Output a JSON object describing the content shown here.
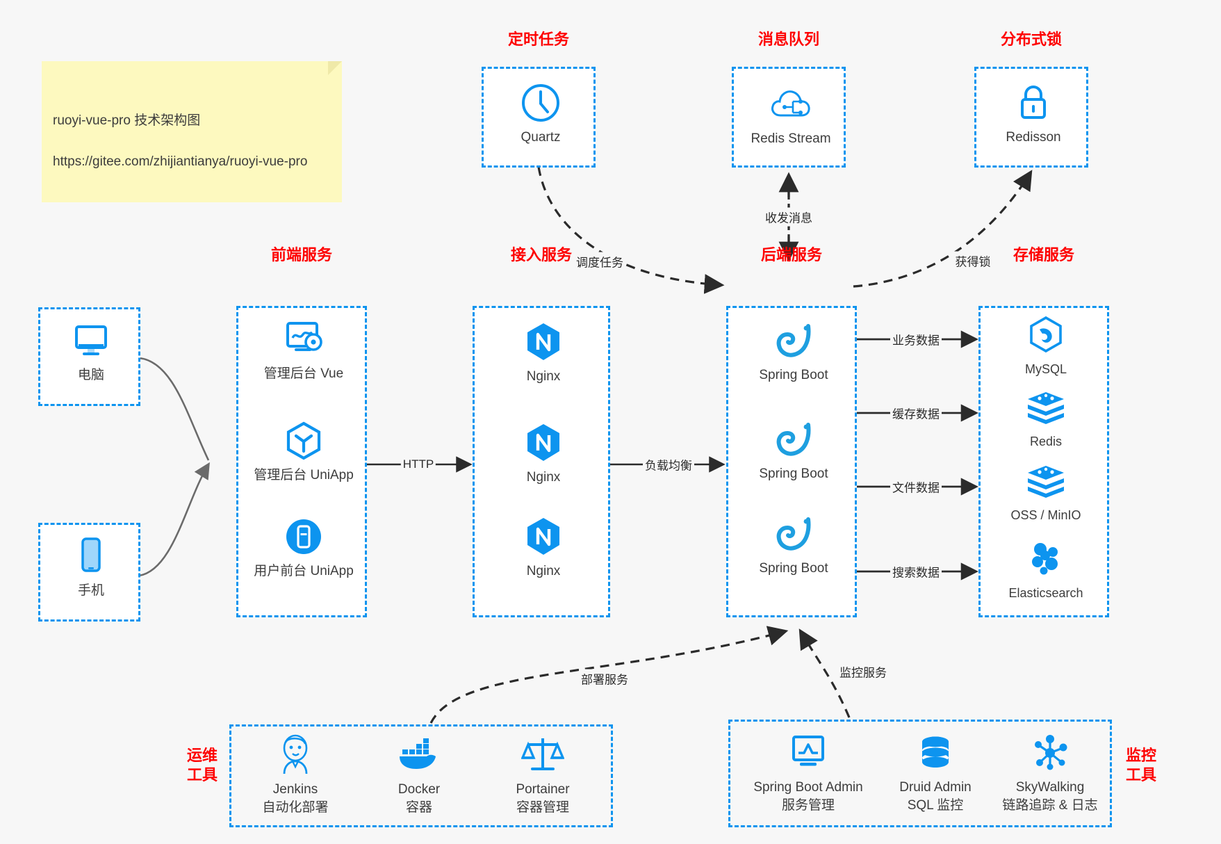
{
  "note": {
    "line1": "ruoyi-vue-pro 技术架构图",
    "line2": "https://gitee.com/zhijiantianya/ruoyi-vue-pro"
  },
  "colors": {
    "group_border": "#0d94ef",
    "group_title": "#fe0000",
    "icon": "#0d94ef",
    "caption": "#3d3d3d",
    "background": "#f7f7f7",
    "note_bg": "#fdf9bf",
    "edge": "#2b2b2b",
    "solid_edge": "#6b6b6b"
  },
  "groups": {
    "scheduler": {
      "title": "定时任务",
      "nodes": [
        {
          "name": "Quartz",
          "icon": "clock-icon"
        }
      ]
    },
    "mq": {
      "title": "消息队列",
      "nodes": [
        {
          "name": "Redis Stream",
          "icon": "cloud-stream-icon"
        }
      ]
    },
    "lock": {
      "title": "分布式锁",
      "nodes": [
        {
          "name": "Redisson",
          "icon": "lock-icon"
        }
      ]
    },
    "clients": {
      "nodes": [
        {
          "name": "电脑",
          "icon": "desktop-icon"
        },
        {
          "name": "手机",
          "icon": "mobile-icon"
        }
      ]
    },
    "frontend": {
      "title": "前端服务",
      "nodes": [
        {
          "name": "管理后台 Vue",
          "icon": "dashboard-settings-icon"
        },
        {
          "name": "管理后台 UniApp",
          "icon": "cube-icon"
        },
        {
          "name": "用户前台 UniApp",
          "icon": "app-circle-icon"
        }
      ]
    },
    "gateway": {
      "title": "接入服务",
      "nodes": [
        {
          "name": "Nginx",
          "icon": "nginx-icon"
        },
        {
          "name": "Nginx",
          "icon": "nginx-icon"
        },
        {
          "name": "Nginx",
          "icon": "nginx-icon"
        }
      ]
    },
    "backend": {
      "title": "后端服务",
      "nodes": [
        {
          "name": "Spring Boot",
          "icon": "spring-leaf-icon"
        },
        {
          "name": "Spring Boot",
          "icon": "spring-leaf-icon"
        },
        {
          "name": "Spring Boot",
          "icon": "spring-leaf-icon"
        }
      ]
    },
    "storage": {
      "title": "存储服务",
      "nodes": [
        {
          "name": "MySQL",
          "icon": "mysql-dolphin-icon"
        },
        {
          "name": "Redis",
          "icon": "redis-stack-icon"
        },
        {
          "name": "OSS / MinIO",
          "icon": "redis-stack-icon"
        },
        {
          "name": "Elasticsearch",
          "icon": "elasticsearch-icon"
        }
      ]
    },
    "devops": {
      "title": "运维\n工具",
      "nodes": [
        {
          "name": "Jenkins",
          "desc": "自动化部署",
          "icon": "jenkins-butler-icon"
        },
        {
          "name": "Docker",
          "desc": "容器",
          "icon": "docker-whale-icon"
        },
        {
          "name": "Portainer",
          "desc": "容器管理",
          "icon": "scales-icon"
        }
      ]
    },
    "monitoring": {
      "title": "监控\n工具",
      "nodes": [
        {
          "name": "Spring Boot Admin",
          "desc": "服务管理",
          "icon": "monitor-chart-icon"
        },
        {
          "name": "Druid Admin",
          "desc": "SQL 监控",
          "icon": "database-icon"
        },
        {
          "name": "SkyWalking",
          "desc": "链路追踪 & 日志",
          "icon": "skywalking-icon"
        }
      ]
    }
  },
  "edges": [
    {
      "id": "http",
      "label": "HTTP"
    },
    {
      "id": "lb",
      "label": "负载均衡"
    },
    {
      "id": "schedule",
      "label": "调度任务"
    },
    {
      "id": "mq",
      "label": "收发消息"
    },
    {
      "id": "lock",
      "label": "获得锁"
    },
    {
      "id": "biz",
      "label": "业务数据"
    },
    {
      "id": "cache",
      "label": "缓存数据"
    },
    {
      "id": "file",
      "label": "文件数据"
    },
    {
      "id": "search",
      "label": "搜索数据"
    },
    {
      "id": "deploy",
      "label": "部署服务"
    },
    {
      "id": "monitor",
      "label": "监控服务"
    }
  ]
}
